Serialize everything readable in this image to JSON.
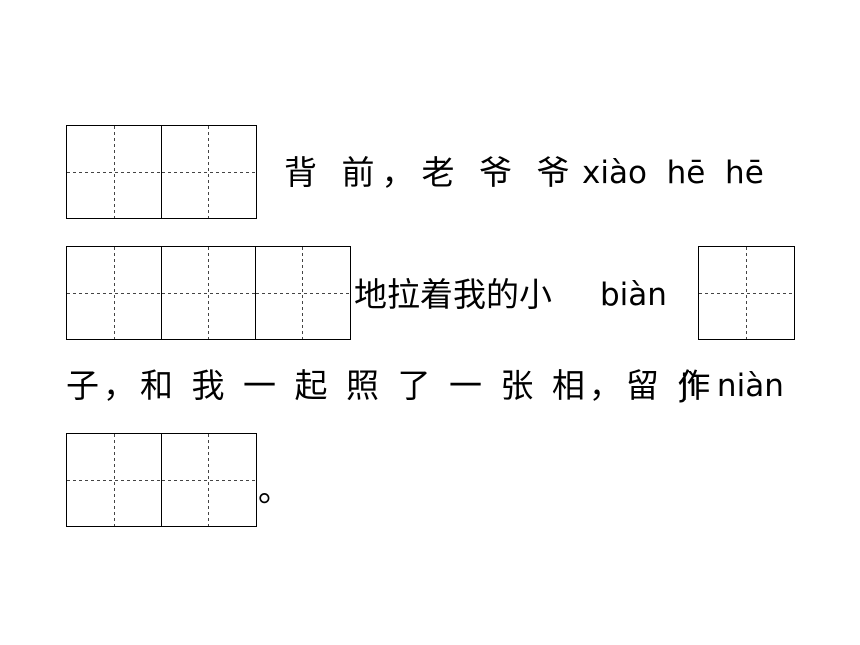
{
  "line1": {
    "text": "背 前，老 爷 爷",
    "pinyin": "xiào  hē  hē"
  },
  "line2": {
    "text": "地拉着我的小",
    "pinyin": "biàn"
  },
  "line3": {
    "text": "子，和 我 一 起 照 了 一 张 相，留 作",
    "pinyin": "jì  niàn"
  },
  "line4": {
    "text": "。"
  }
}
